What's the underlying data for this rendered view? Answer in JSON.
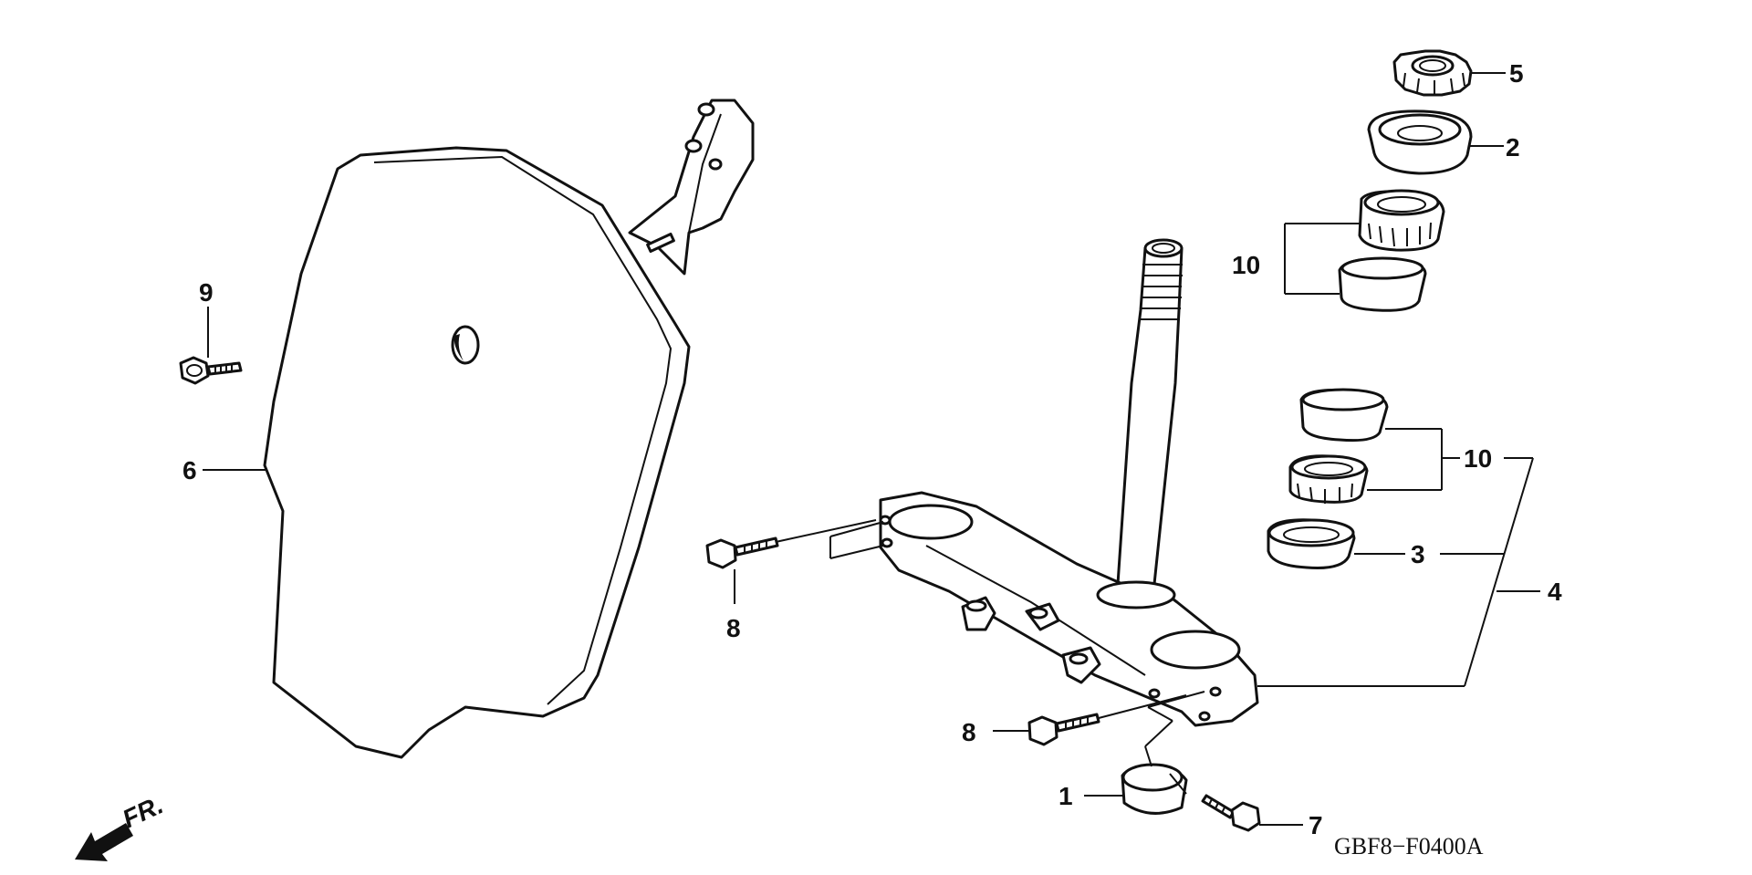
{
  "labels": {
    "p1": "1",
    "p2": "2",
    "p3": "3",
    "p4": "4",
    "p5": "5",
    "p6": "6",
    "p7": "7",
    "p8a": "8",
    "p8b": "8",
    "p9": "9",
    "p10a": "10",
    "p10b": "10"
  },
  "front_marker": "FR.",
  "diagram_code": "GBF8−F0400A"
}
